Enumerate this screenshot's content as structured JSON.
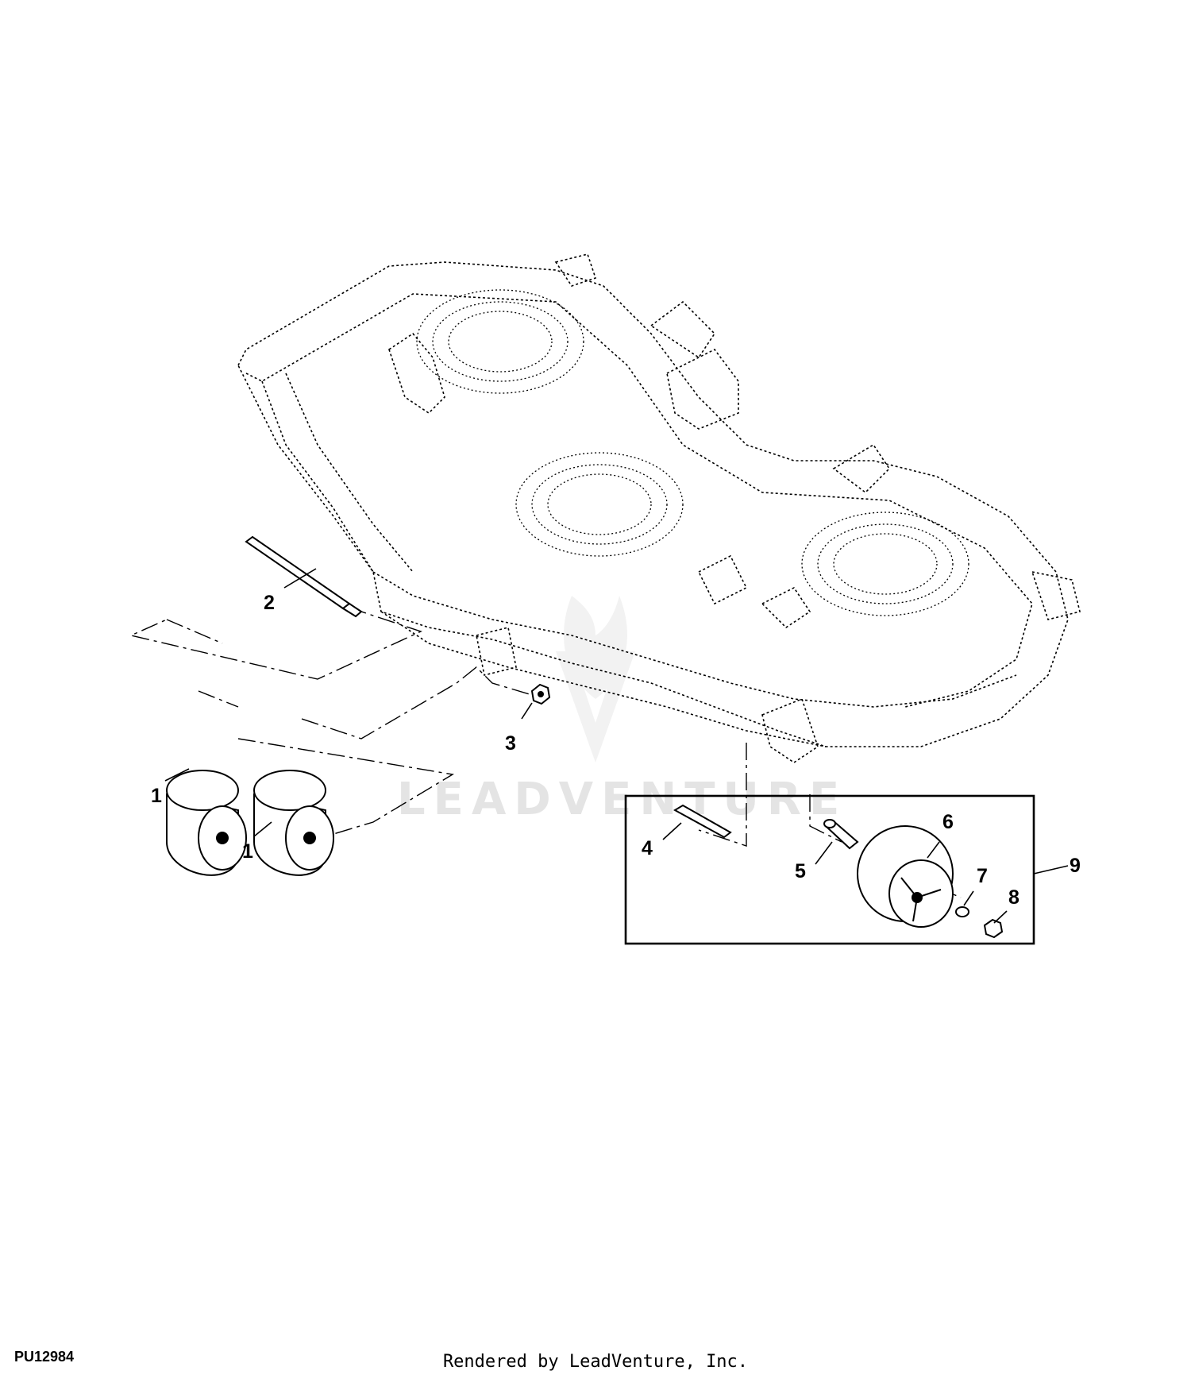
{
  "diagram": {
    "figure_id": "PU12984",
    "footer": "Rendered by LeadVenture, Inc.",
    "watermark": "LEADVENTURE",
    "callouts": [
      {
        "id": "callout-1a",
        "label": "1"
      },
      {
        "id": "callout-1b",
        "label": "1"
      },
      {
        "id": "callout-2",
        "label": "2"
      },
      {
        "id": "callout-3",
        "label": "3"
      },
      {
        "id": "callout-4",
        "label": "4"
      },
      {
        "id": "callout-5",
        "label": "5"
      },
      {
        "id": "callout-6",
        "label": "6"
      },
      {
        "id": "callout-7",
        "label": "7"
      },
      {
        "id": "callout-8",
        "label": "8"
      },
      {
        "id": "callout-9",
        "label": "9"
      }
    ]
  }
}
